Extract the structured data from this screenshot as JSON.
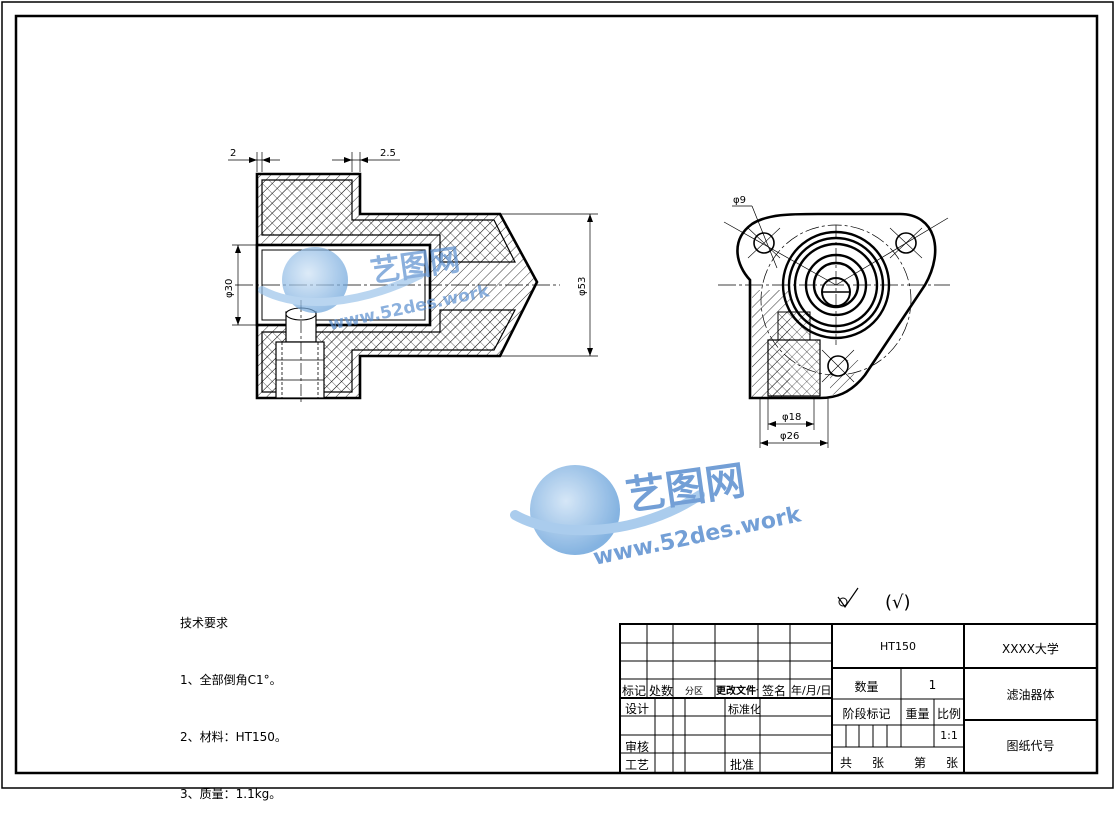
{
  "drawing": {
    "dimensions": {
      "top_left": "2",
      "top_mid": "2.5",
      "bore_dia": "φ30",
      "outer_dia": "φ53",
      "hole_dia": "φ9",
      "dia_18": "φ18",
      "dia_26": "φ26"
    },
    "roughness_symbols": {
      "main": "√",
      "bracket": "(√)"
    }
  },
  "watermark": {
    "name": "艺图网",
    "url": "www.52des.work"
  },
  "tech_requirements": {
    "title": "技术要求",
    "items": [
      "1、全部倒角C1°。",
      "2、材料：HT150。",
      "3、质量：1.1kg。"
    ]
  },
  "title_block": {
    "material": "HT150",
    "school": "XXXX大学",
    "quantity_label": "数量",
    "quantity_value": "1",
    "part_name": "滤油器体",
    "stage_label": "阶段标记",
    "weight_label": "重量",
    "scale_label": "比例",
    "scale_value": "1:1",
    "drawing_code": "图纸代号",
    "total_label": "共",
    "sheet_label": "张",
    "page_label": "第",
    "page_sheet_label": "张",
    "rev_headers": [
      "标记",
      "处数",
      "分区",
      "更改文件号",
      "签名",
      "年/月/日"
    ],
    "design": "设计",
    "standard": "标准化",
    "check": "审核",
    "process": "工艺",
    "approve": "批准"
  }
}
